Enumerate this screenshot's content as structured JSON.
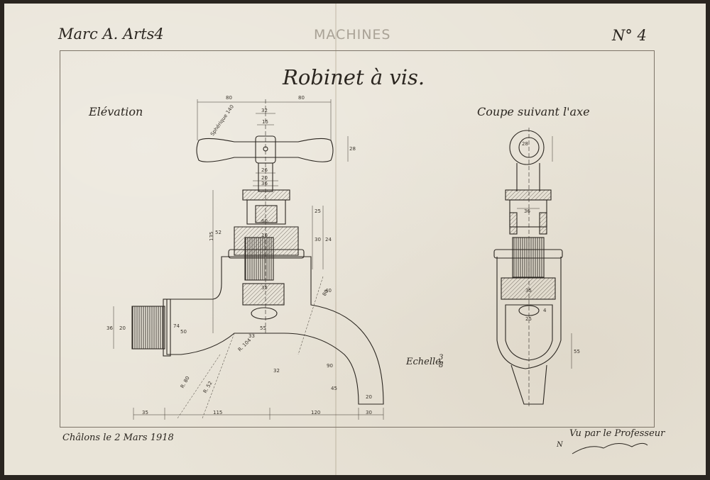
{
  "header": {
    "left": "Marc A. Arts4",
    "center": "MACHINES",
    "right": "N° 4"
  },
  "title": "Robinet à vis.",
  "views": {
    "elevation": "Elévation",
    "section": "Coupe suivant l'axe"
  },
  "scale": {
    "label": "Echelle",
    "num": "3",
    "den": "8"
  },
  "footer": {
    "place_date": "Châlons le 2 Mars 1918",
    "approval": "Vu par le Professeur"
  },
  "dimensions": {
    "top_80_left": "80",
    "top_80_right": "80",
    "d32": "32",
    "d15": "15",
    "d28_handle": "28",
    "d26": "26",
    "d20": "20",
    "d36": "36",
    "d60": "60",
    "d25": "25",
    "d16": "16",
    "d35_body": "35",
    "d33": "33",
    "d55": "55",
    "d30": "30",
    "d24": "24",
    "d52": "52",
    "d40": "40",
    "d36_side": "36",
    "d74": "74",
    "d50": "50",
    "d20_side": "20",
    "b35": "35",
    "b115": "115",
    "b120": "120",
    "b30": "30",
    "d32_spout": "32",
    "d90": "90",
    "d45": "45",
    "d20_spout": "20",
    "r80": "R. 80",
    "r52": "R. 52",
    "r104": "R. 104",
    "d80_diag": "80",
    "d135": "135",
    "spherique": "Sphérique 140",
    "c28": "28",
    "c36": "36",
    "c35": "35",
    "c25": "25",
    "c4": "4",
    "c55": "55"
  },
  "signature_mark": "N"
}
